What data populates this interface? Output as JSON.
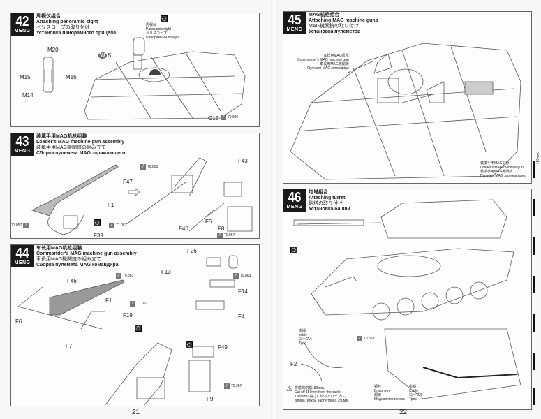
{
  "pages": [
    {
      "number": "21",
      "steps": [
        {
          "num": "42",
          "logo": "MENG",
          "zh": "周视仪组合",
          "en": "Attaching panoramic sight",
          "ja": "ペリスコープの取り付け",
          "ru": "Установка панорамного прицела",
          "parts": [
            "M20",
            "M15",
            "M16",
            "M14",
            "G15"
          ],
          "paint": [
            "70.986"
          ],
          "callout": {
            "zh": "周视仪",
            "en": "Panoramic sight",
            "ja": "ペリスコープ",
            "ru": "Панорамный прицел"
          },
          "decal": "5"
        },
        {
          "num": "43",
          "logo": "MENG",
          "zh": "装填手用MAG机枪组装",
          "en": "Loader's MAG machine gun assembly",
          "ja": "装填手用MAG機関銃の組み立て",
          "ru": "Сборка пулемета MAG заряжающего",
          "parts": [
            "F47",
            "F1",
            "F39",
            "F43",
            "F5",
            "F40",
            "F8"
          ],
          "paint": [
            "70.863",
            "71.057",
            "71.057",
            "70.967"
          ]
        },
        {
          "num": "44",
          "logo": "MENG",
          "zh": "车长用MAG机枪组装",
          "en": "Commander's MAG machine gun assembly",
          "ja": "車長用MAG機関銃の組み立て",
          "ru": "Сборка пулемета MAG командира",
          "parts": [
            "F46",
            "F1",
            "F19",
            "F6",
            "F7",
            "F26",
            "F13",
            "F14",
            "F4",
            "F49",
            "F9"
          ],
          "paint": [
            "70.863",
            "71.057",
            "70.863",
            "70.967"
          ]
        }
      ]
    },
    {
      "number": "22",
      "steps": [
        {
          "num": "45",
          "logo": "MENG",
          "zh": "MAG机枪组合",
          "en": "Attaching MAG machine guns",
          "ja": "MAG機関銃の取り付け",
          "ru": "Установка пулеметов",
          "callouts": [
            {
              "zh": "车长用MAG机枪",
              "en": "Commander's MAG machine gun",
              "ja": "車長用MAG機関銃",
              "ru": "Пулемет MAG командира"
            },
            {
              "zh": "装填手用MAG机枪",
              "en": "Loader's MAG machine gun",
              "ja": "装填手用MAG機関銃",
              "ru": "Пулемет MAG заряжающего"
            }
          ]
        },
        {
          "num": "46",
          "logo": "MENG",
          "zh": "炮塔组合",
          "en": "Attaching turret",
          "ja": "砲塔の取り付け",
          "ru": "Установка башни",
          "cable": {
            "zh": "缆绳",
            "en": "cable",
            "ja": "ロープル",
            "ru": "Трос"
          },
          "parts": [
            "F2"
          ],
          "paint": [
            "70.863"
          ],
          "brass": {
            "zh": "铜丝",
            "en": "Brass wire",
            "ja": "銅線",
            "ru": "Медная проволока"
          },
          "cable2": {
            "zh": "缆绳",
            "en": "Cable",
            "ja": "ロープル",
            "ru": "Трос"
          },
          "warning": [
            "将缆绳切割150mm。",
            "Cut off 150mm from the cable.",
            "150mmの長さに切ったロープル。",
            "Длина гибкой части троса 150мм."
          ]
        }
      ]
    }
  ],
  "ruler": {
    "label": "150mm"
  }
}
